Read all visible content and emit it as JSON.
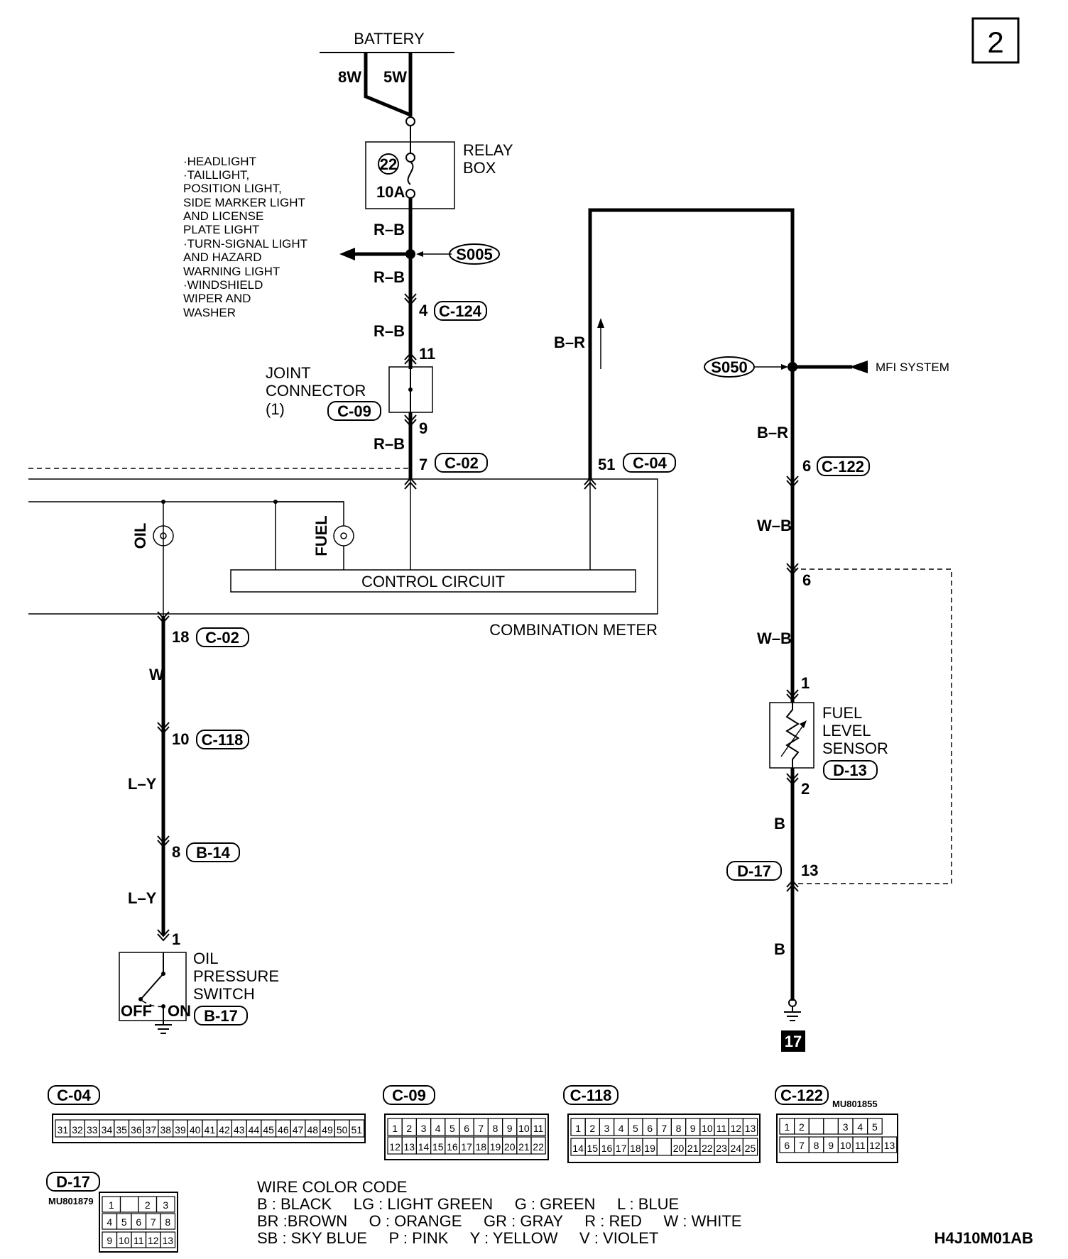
{
  "page_number": "2",
  "diagram_code": "H4J10M01AB",
  "battery": {
    "label": "BATTERY",
    "wire_8w": "8W",
    "wire_5w": "5W"
  },
  "relay_box": {
    "label_1": "RELAY",
    "label_2": "BOX",
    "fuse_number": "22",
    "fuse_rating": "10A"
  },
  "circuits_list": [
    "·HEADLIGHT",
    "·TAILLIGHT,",
    " POSITION LIGHT,",
    " SIDE MARKER LIGHT",
    " AND LICENSE",
    " PLATE LIGHT",
    "·TURN-SIGNAL LIGHT",
    " AND HAZARD",
    " WARNING LIGHT",
    "·WINDSHIELD",
    " WIPER AND",
    " WASHER"
  ],
  "splices": {
    "s005": "S005",
    "s050": "S050"
  },
  "wire_colors": {
    "rb": "R–B",
    "br": "B–R",
    "w": "W",
    "ly": "L–Y",
    "wb": "W–B",
    "b": "B"
  },
  "joint_connector": {
    "line_1": "JOINT",
    "line_2": "CONNECTOR",
    "line_3": "(1)",
    "connector": "C-09",
    "pin_in": "11",
    "pin_out": "9"
  },
  "connector_refs": {
    "c124": {
      "pin": "4",
      "id": "C-124"
    },
    "c02_top": {
      "pin": "7",
      "id": "C-02"
    },
    "c04": {
      "pin": "51",
      "id": "C-04"
    },
    "c122": {
      "pin": "6",
      "id": "C-122"
    },
    "inner_6": "6",
    "c02_bottom": {
      "pin": "18",
      "id": "C-02"
    },
    "c118": {
      "pin": "10",
      "id": "C-118"
    },
    "b14": {
      "pin": "8",
      "id": "B-14"
    },
    "d17": {
      "pin": "13",
      "id": "D-17"
    }
  },
  "mfi_system": "MFI SYSTEM",
  "combination_meter": {
    "label": "COMBINATION METER",
    "control_circuit": "CONTROL CIRCUIT",
    "oil_gauge": "OIL",
    "fuel_gauge": "FUEL"
  },
  "fuel_level_sensor": {
    "line_1": "FUEL",
    "line_2": "LEVEL",
    "line_3": "SENSOR",
    "connector": "D-13",
    "pin_1": "1",
    "pin_2": "2"
  },
  "oil_pressure_switch": {
    "line_1": "OIL",
    "line_2": "PRESSURE",
    "line_3": "SWITCH",
    "connector": "B-17",
    "pin": "1",
    "off": "OFF",
    "on": "ON"
  },
  "ground_number": "17",
  "connector_views": {
    "c04": {
      "id": "C-04",
      "row1": [
        "31",
        "32",
        "33",
        "34",
        "35",
        "36",
        "37",
        "38",
        "39",
        "40",
        "41",
        "42",
        "43",
        "44",
        "45",
        "46",
        "47",
        "48",
        "49",
        "50",
        "51"
      ]
    },
    "c09": {
      "id": "C-09",
      "row1": [
        "1",
        "2",
        "3",
        "4",
        "5",
        "6",
        "7",
        "8",
        "9",
        "10",
        "11"
      ],
      "row2": [
        "12",
        "13",
        "14",
        "15",
        "16",
        "17",
        "18",
        "19",
        "20",
        "21",
        "22"
      ]
    },
    "c118": {
      "id": "C-118",
      "row1": [
        "1",
        "2",
        "3",
        "4",
        "5",
        "6",
        "7",
        "8",
        "9",
        "10",
        "11",
        "12",
        "13"
      ],
      "row2": [
        "14",
        "15",
        "16",
        "17",
        "18",
        "19",
        "",
        "20",
        "21",
        "22",
        "23",
        "24",
        "25"
      ]
    },
    "c122": {
      "id": "C-122",
      "part_no": "MU801855",
      "row1": [
        "1",
        "2",
        "",
        "",
        "3",
        "4",
        "5"
      ],
      "row2": [
        "6",
        "7",
        "8",
        "9",
        "10",
        "11",
        "12",
        "13"
      ]
    },
    "d17": {
      "id": "D-17",
      "part_no": "MU801879",
      "row1": [
        "1",
        "",
        "2",
        "3"
      ],
      "row2": [
        "4",
        "5",
        "6",
        "7",
        "8"
      ],
      "row3": [
        "9",
        "10",
        "11",
        "12",
        "13"
      ]
    }
  },
  "wire_color_code": {
    "title": "WIRE COLOR CODE",
    "line_1": "B : BLACK     LG : LIGHT GREEN     G : GREEN     L : BLUE",
    "line_2": "BR :BROWN     O : ORANGE     GR : GRAY     R : RED     W : WHITE",
    "line_3": "SB : SKY BLUE     P : PINK     Y : YELLOW     V : VIOLET"
  }
}
